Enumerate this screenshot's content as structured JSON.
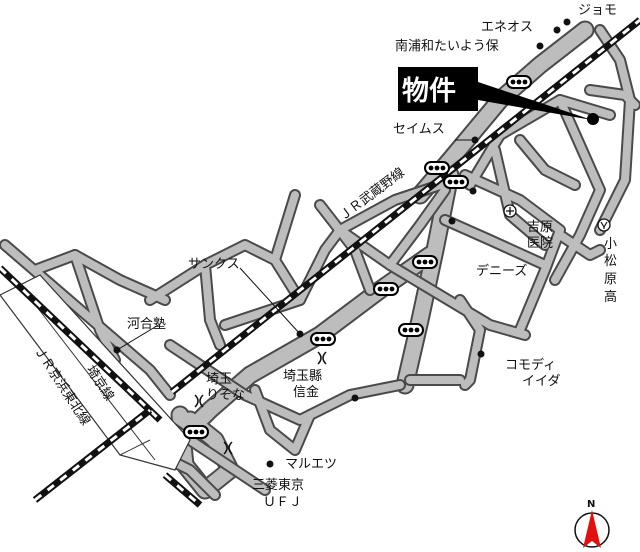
{
  "property": {
    "label": "物件"
  },
  "railways": {
    "musashino": "ＪＲ武蔵野線",
    "keihin_tohoku": "ＪＲ京浜東北線",
    "saikyo": "埼京線"
  },
  "places": {
    "jomo": "ジョモ",
    "eneos": "エネオス",
    "kindergarten": "南浦和たいよう保",
    "seims": "セイムス",
    "sunkus": "サンクス",
    "kawai": "河合塾",
    "yoshihara": [
      "吉原",
      "医院"
    ],
    "denys": "デニーズ",
    "highschool": [
      "小",
      "松",
      "原",
      "高"
    ],
    "comodi": [
      "コモディ",
      "イイダ"
    ],
    "resona": [
      "埼玉",
      "りそな"
    ],
    "shinkin": [
      "埼玉縣",
      "信金"
    ],
    "maruetsu": "マルエツ",
    "mufj": [
      "三菱東京",
      "ＵＦＪ"
    ]
  },
  "compass": {
    "label": "N"
  },
  "colors": {
    "road": "#bdbdbd",
    "outline": "#444444",
    "rail": "#111111",
    "compass_red": "#e01010"
  }
}
